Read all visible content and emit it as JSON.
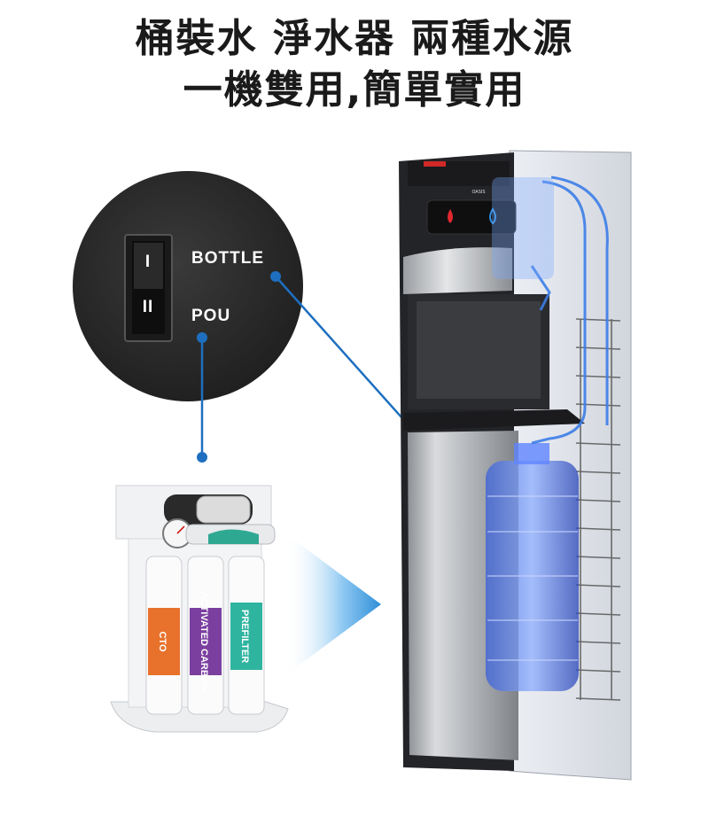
{
  "headline": {
    "line1": "桶裝水 淨水器 兩種水源",
    "line2": "一機雙用,簡單實用"
  },
  "switch_panel": {
    "bottle_label": "BOTTLE",
    "pou_label": "POU",
    "rocker_top_mark": "I",
    "rocker_bottom_mark": "II"
  },
  "filter_system": {
    "filter_labels": [
      "CTO",
      "ACTIVATED CARBON",
      "PREFILTER"
    ]
  },
  "dispenser": {
    "brand_mark": "OASIS"
  },
  "colors": {
    "callout_line": "#1e6fc0",
    "arrow": "#4aa3e6",
    "cto_label": "#e8722c",
    "carbon_label": "#7b3fa0",
    "prefilter_label": "#2fb4a0",
    "cabinet_dark": "#232427",
    "stainless": "#b4b7bb",
    "hot_indicator": "#e0282e",
    "cold_indicator": "#2f8fe0"
  }
}
